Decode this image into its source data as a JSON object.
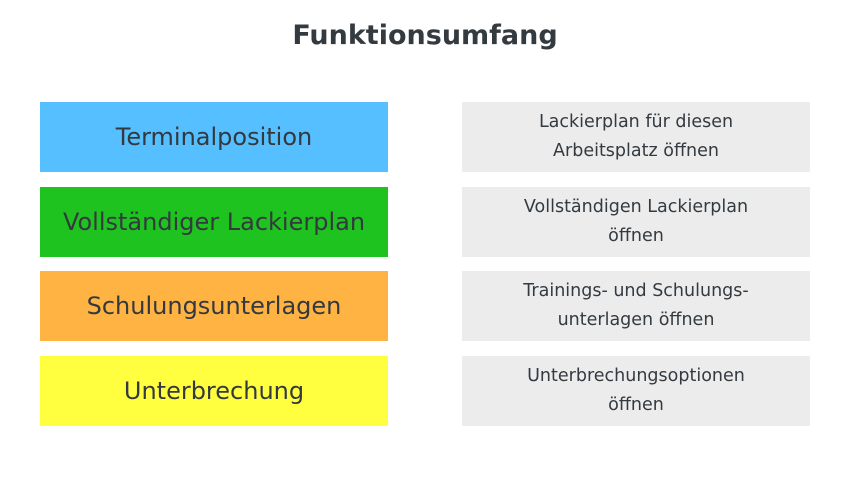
{
  "title": "Funktionsumfang",
  "rows": [
    {
      "feature": "Terminalposition",
      "color": "#55bfff",
      "description": "Lackierplan für diesen Arbeitsplatz öffnen",
      "desc_lines": [
        "Lackierplan für diesen",
        "Arbeitsplatz öffnen"
      ]
    },
    {
      "feature": "Vollständiger Lackierplan",
      "color": "#1fc31f",
      "description": "Vollständigen Lackierplan öffnen",
      "desc_lines": [
        "Vollständigen Lackierplan",
        "öffnen"
      ]
    },
    {
      "feature": "Schulungsunterlagen",
      "color": "#ffb342",
      "description": "Trainings- und Schulungs-unterlagen öffnen",
      "desc_lines": [
        "Trainings- und Schulungs-",
        "unterlagen öffnen"
      ]
    },
    {
      "feature": "Unterbrechung",
      "color": "#ffff3f",
      "description": "Unterbrechungsoptionen öffnen",
      "desc_lines": [
        "Unterbrechungsoptionen",
        "öffnen"
      ]
    }
  ],
  "colors": {
    "description_bg": "#ececec",
    "text": "#333a40"
  }
}
